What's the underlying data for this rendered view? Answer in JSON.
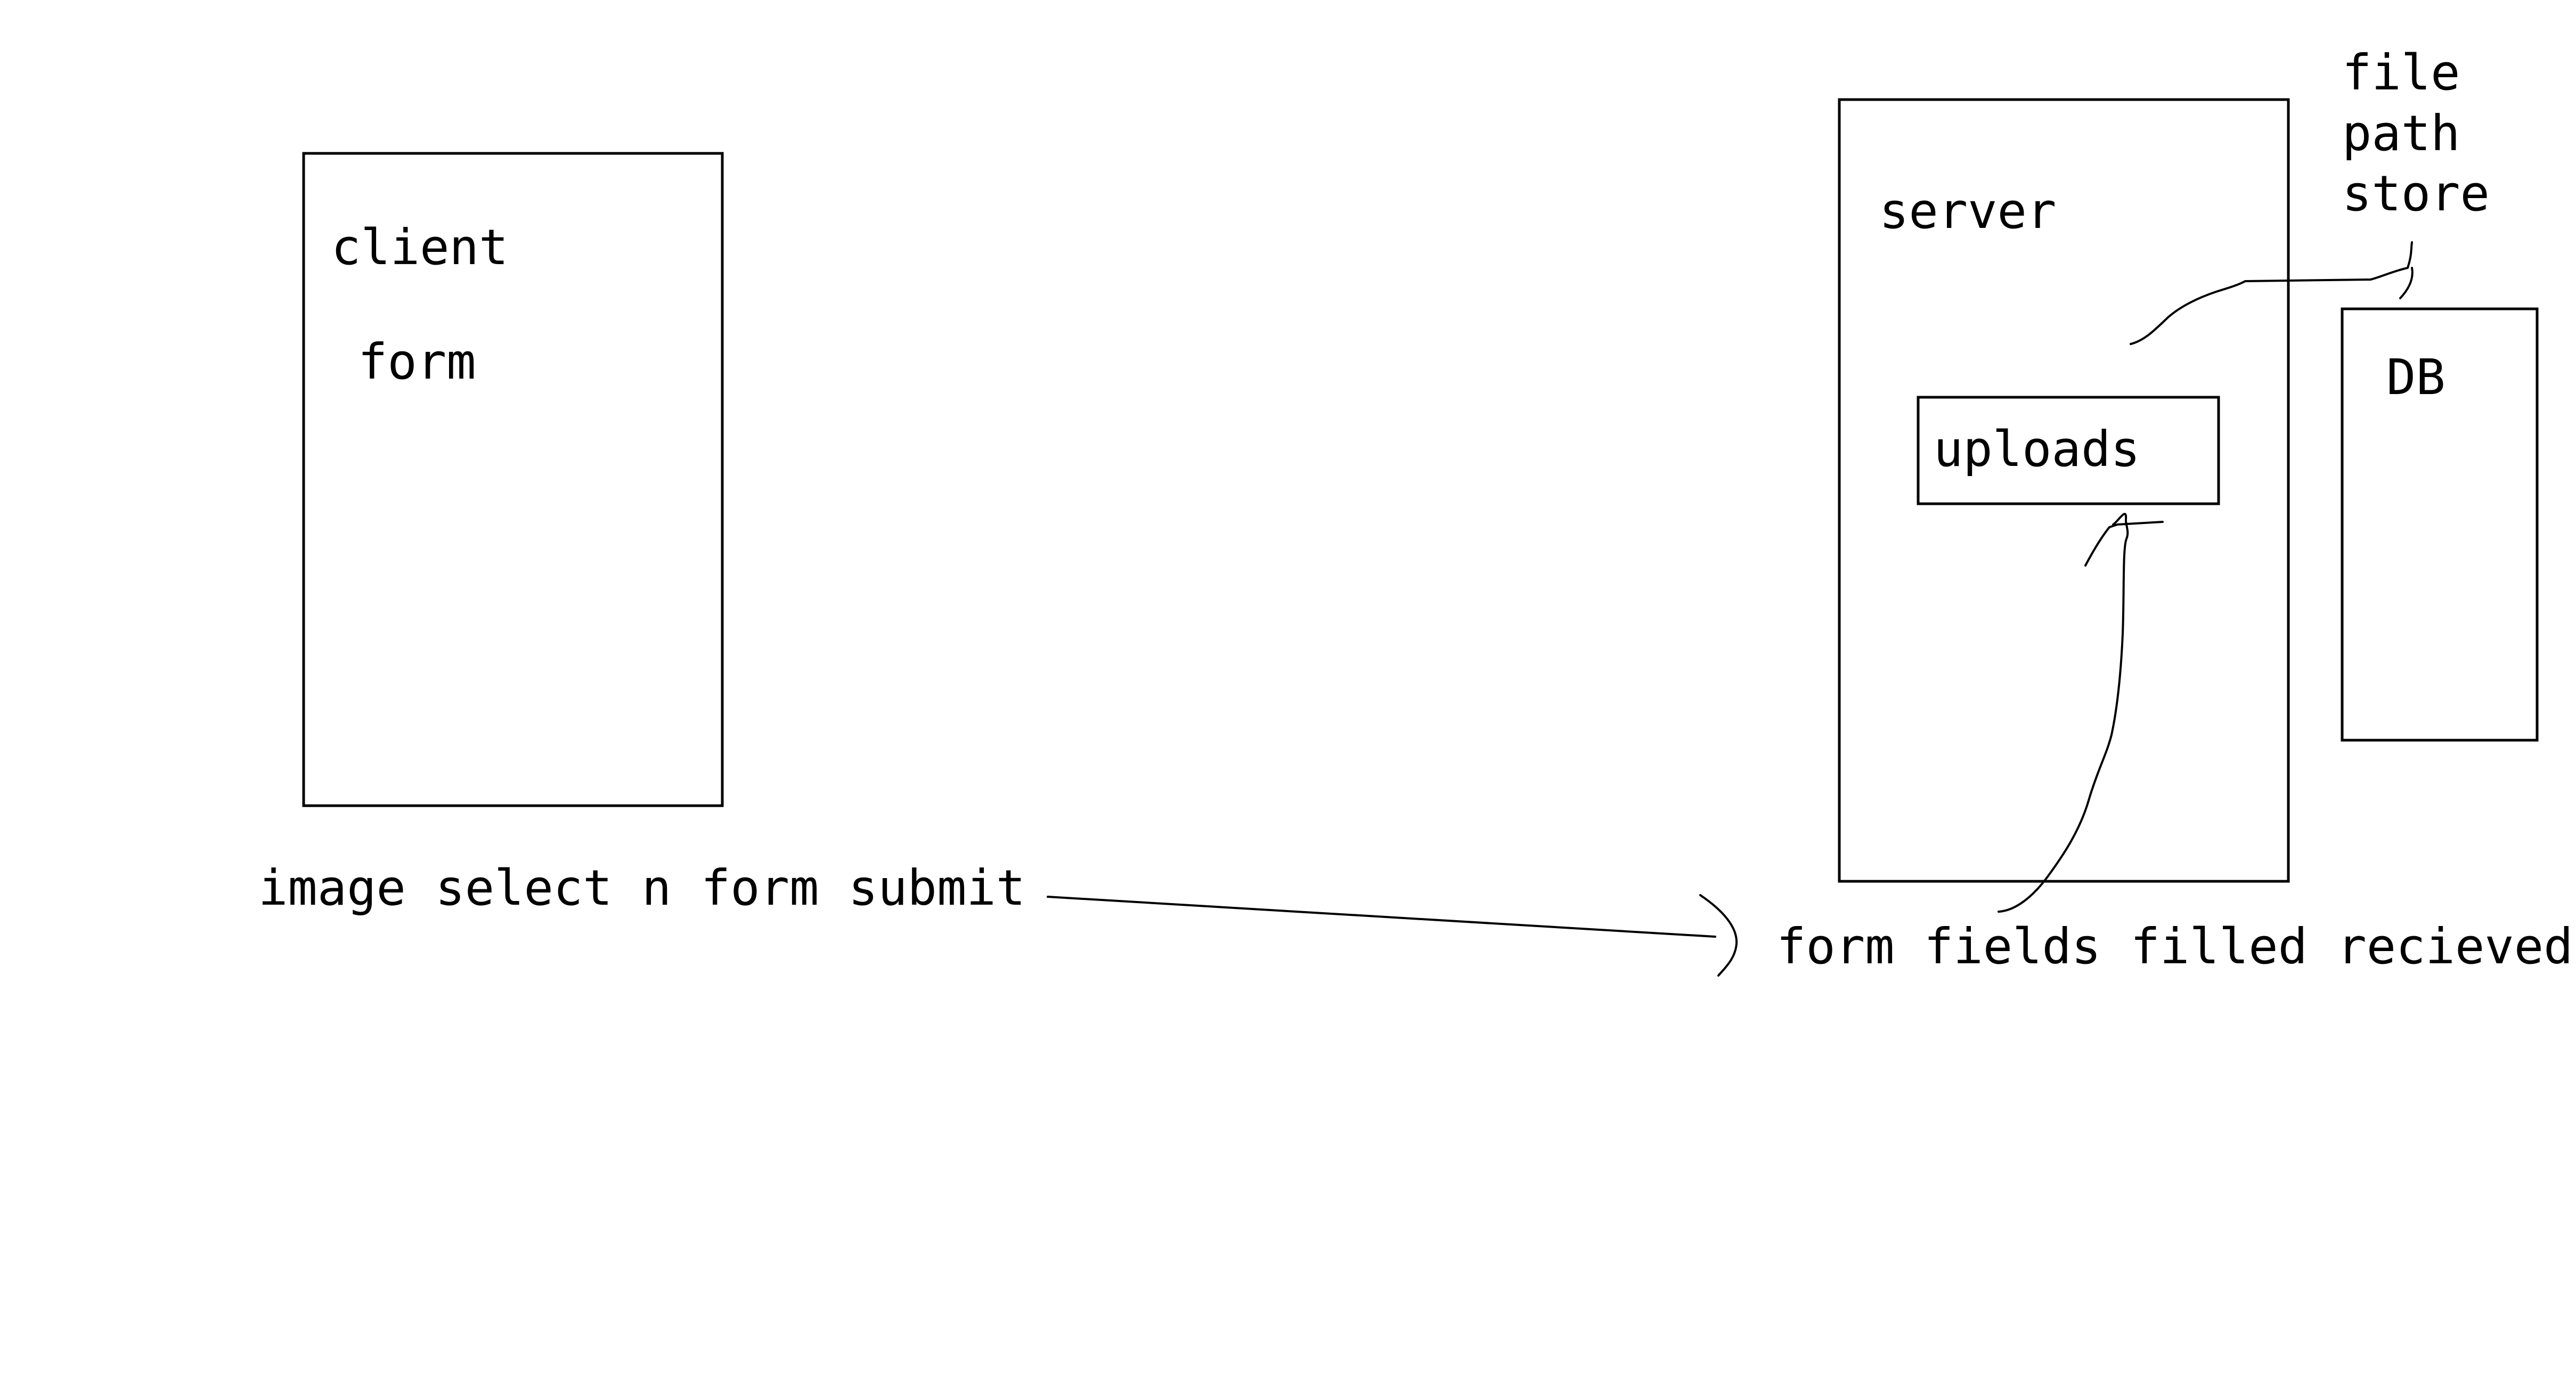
{
  "nodes": {
    "client": {
      "label": "client",
      "inner_label": "form"
    },
    "server": {
      "label": "server"
    },
    "uploads": {
      "label": "uploads"
    },
    "db": {
      "label": "DB"
    }
  },
  "edges": {
    "submit": {
      "label": "image select n form submit"
    },
    "received": {
      "label": "form fields filled recieved"
    },
    "store": {
      "label_lines": [
        "file",
        "path",
        "store"
      ]
    }
  }
}
